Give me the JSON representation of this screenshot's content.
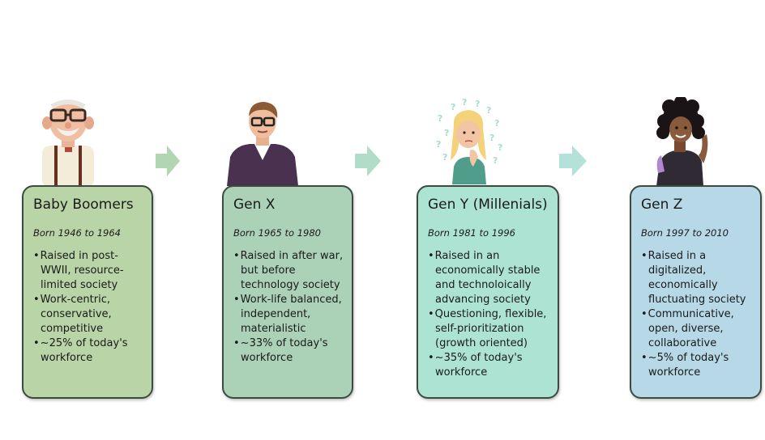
{
  "colors": {
    "boomers": "#b9d4a6",
    "genx": "#abd2b7",
    "geny": "#ade3d2",
    "genz": "#b6d8e7",
    "arrow_left": "#b3d6b2",
    "arrow_mid": "#b0dcc8",
    "arrow_right": "#b4e2da"
  },
  "generations": [
    {
      "title": "Baby Boomers",
      "born": "Born 1946 to 1964",
      "bullets": [
        "Raised in post-WWII, resource-limited society",
        "Work-centric, conservative, competitive",
        "~25% of today's workforce"
      ]
    },
    {
      "title": "Gen X",
      "born": "Born 1965 to 1980",
      "bullets": [
        "Raised in after war, but before technology society",
        "Work-life balanced, independent, materialistic",
        "~33% of today's workforce"
      ]
    },
    {
      "title": "Gen Y (Millenials)",
      "born": "Born 1981 to 1996",
      "bullets": [
        "Raised in an economically stable and technoloically advancing society",
        "Questioning, flexible, self-prioritization (growth oriented)",
        "~35% of today's workforce"
      ]
    },
    {
      "title": "Gen Z",
      "born": "Born 1997 to 2010",
      "bullets": [
        "Raised in a digitalized, economically fluctuating society",
        "Communicative, open, diverse, collaborative",
        "~5% of today's workforce"
      ]
    }
  ]
}
